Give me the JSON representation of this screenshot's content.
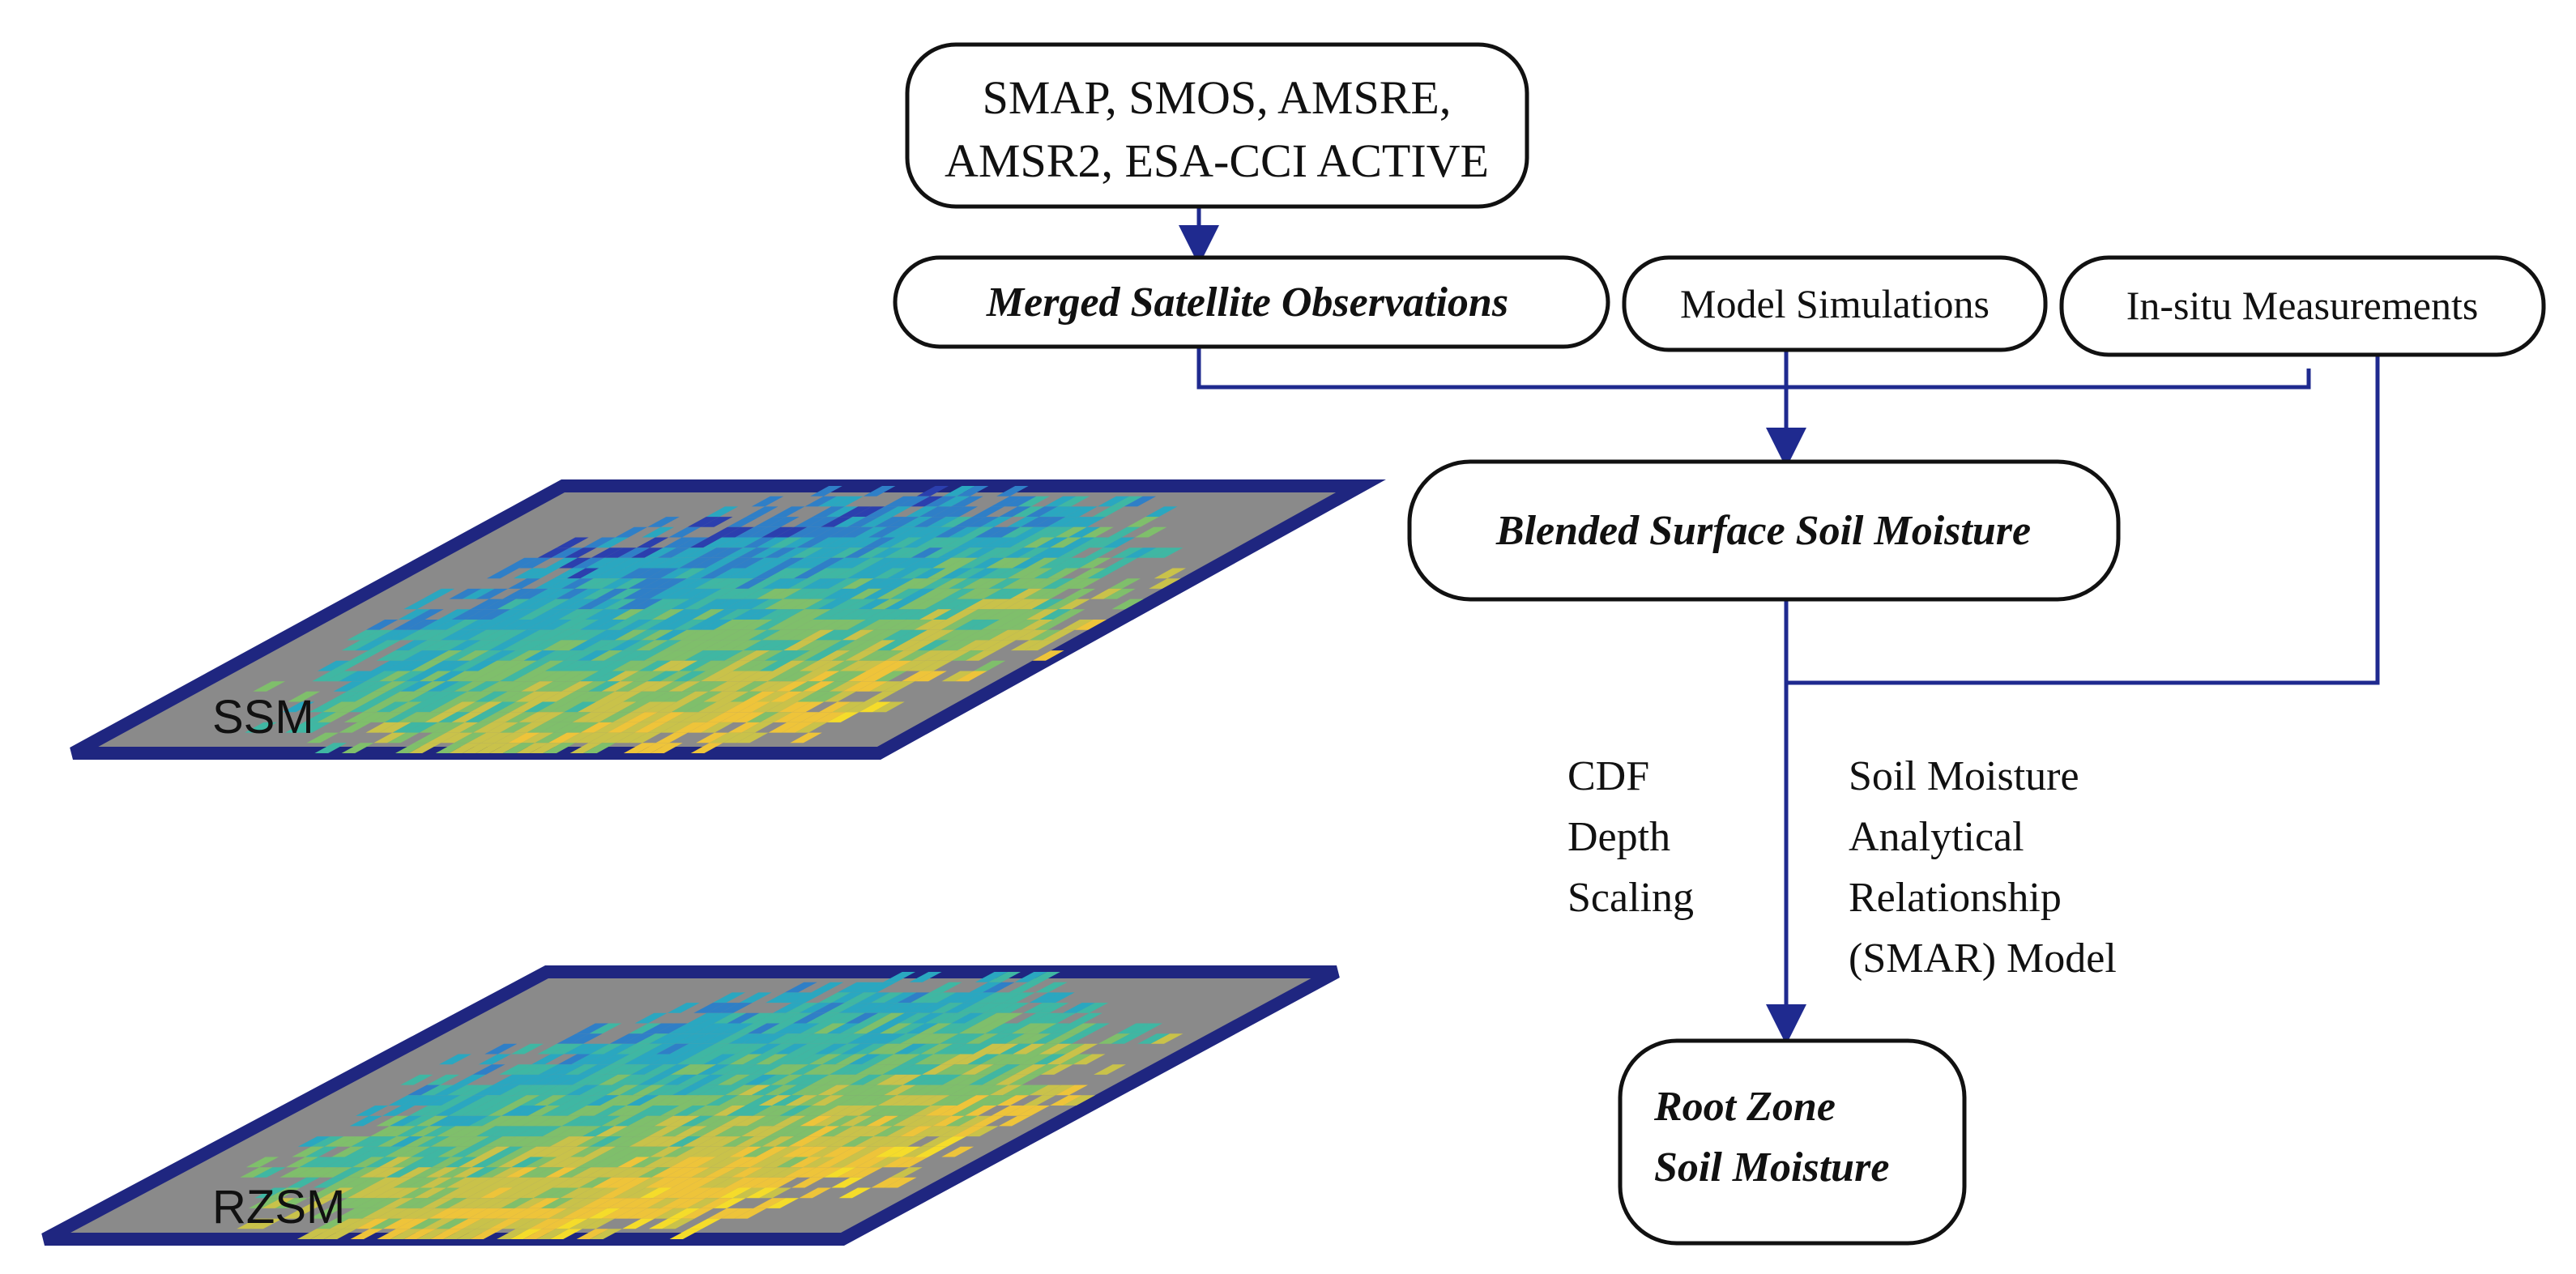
{
  "nodes": {
    "sources": {
      "lines": [
        "SMAP, SMOS, AMSRE,",
        "AMSR2, ESA-CCI ACTIVE"
      ]
    },
    "merged": {
      "text": "Merged Satellite Observations"
    },
    "model": {
      "text": "Model Simulations"
    },
    "insitu": {
      "text": "In-situ Measurements"
    },
    "blended": {
      "text": "Blended Surface Soil Moisture"
    },
    "rootzone": {
      "lines": [
        "Root Zone",
        "Soil Moisture"
      ]
    }
  },
  "labels": {
    "cdf": [
      "CDF",
      "Depth",
      "Scaling"
    ],
    "smar": [
      "Soil Moisture",
      "Analytical",
      "Relationship",
      "(SMAR) Model"
    ]
  },
  "maps": {
    "ssm": {
      "label": "SSM"
    },
    "rzsm": {
      "label": "RZSM"
    }
  },
  "colors": {
    "arrow": "#1f2a8f",
    "frame": "#1f2680",
    "background": "#8a8a8a",
    "palette": [
      "#2b3fae",
      "#2f7fc7",
      "#2aa7c0",
      "#3fb7a3",
      "#7fbf6b",
      "#c9c24a",
      "#eec43a",
      "#f5dc2a"
    ]
  }
}
